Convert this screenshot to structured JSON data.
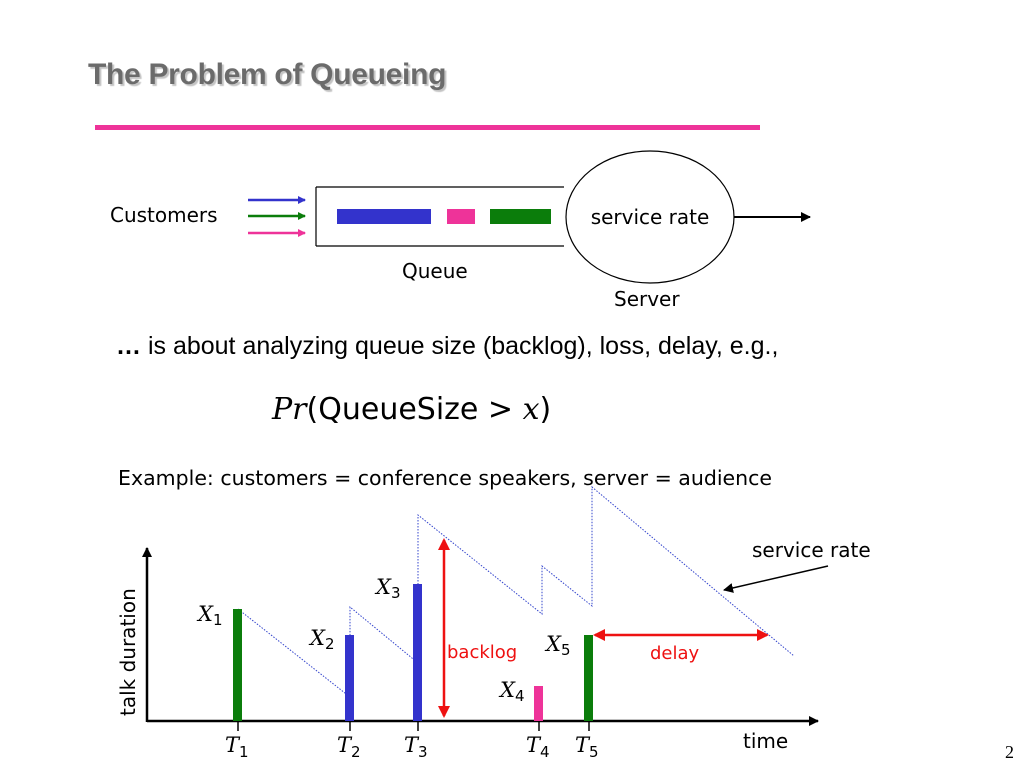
{
  "slide": {
    "title": "The Problem of Queueing",
    "intro_ellipsis": "…",
    "intro_text": " is about analyzing queue size (backlog), loss, delay, e.g.,",
    "formula": {
      "prefix_italic": "Pr",
      "open_paren": "(",
      "variable_name": "QueueSize",
      "operator": " > ",
      "x_italic": "x",
      "close_paren": ")"
    },
    "example_text": "Example:  customers = conference speakers, server = audience",
    "page_number": "2"
  },
  "queue_diagram": {
    "customers_label": "Customers",
    "queue_label": "Queue",
    "server_label": "Server",
    "service_rate_label": "service rate"
  },
  "timeline": {
    "y_axis_label": "talk duration",
    "x_axis_label": "time",
    "service_rate_label": "service rate",
    "backlog_label": "backlog",
    "delay_label": "delay",
    "jobs": [
      {
        "x_label": "X",
        "x_sub": "1",
        "t_label": "T",
        "t_sub": "1"
      },
      {
        "x_label": "X",
        "x_sub": "2",
        "t_label": "T",
        "t_sub": "2"
      },
      {
        "x_label": "X",
        "x_sub": "3",
        "t_label": "T",
        "t_sub": "3"
      },
      {
        "x_label": "X",
        "x_sub": "4",
        "t_label": "T",
        "t_sub": "4"
      },
      {
        "x_label": "X",
        "x_sub": "5",
        "t_label": "T",
        "t_sub": "5"
      }
    ]
  },
  "colors": {
    "blue": "#3333cc",
    "pink": "#ee3399",
    "green": "#0b7d0b",
    "red": "#ee1111",
    "dotted": "#3344cc",
    "rule": "#ee3399"
  }
}
